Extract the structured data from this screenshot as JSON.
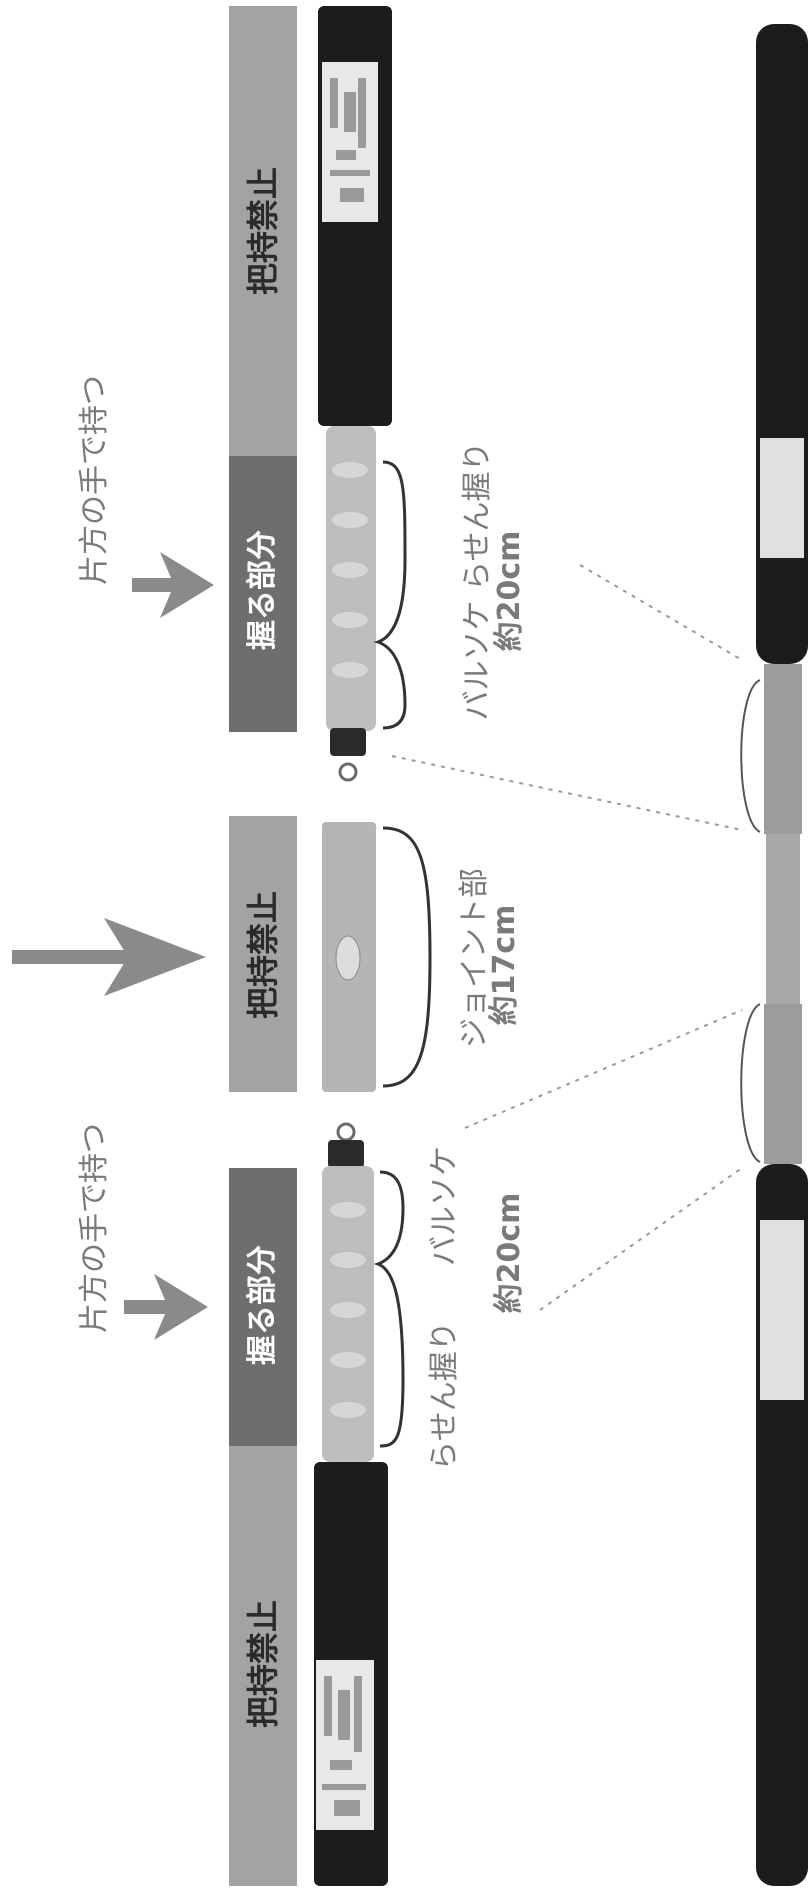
{
  "colors": {
    "gray_bar": "#a3a3a3",
    "dark_bar": "#6e6e6e",
    "label_white": "#ffffff",
    "label_dark": "#2a2a2a",
    "handle_black": "#1c1c1c",
    "grip_tan": "#bdbdbd",
    "text_gray": "#7a7a7a",
    "arrow_gray": "#8a8a8a"
  },
  "labels": {
    "no_grip": "把持禁止",
    "grip_part": "握る部分",
    "one_hand": "片方の手で持つ",
    "balsa_spiral": "バルソケ らせん握り",
    "joint_part": "ジョイント部",
    "about_17cm": "約17cm",
    "about_20cm": "約20cm",
    "spiral_grip": "らせん握り",
    "balsa": "バルソケ"
  },
  "icons": {
    "arrow": "arrow-right-icon",
    "brace": "curly-brace-icon"
  }
}
